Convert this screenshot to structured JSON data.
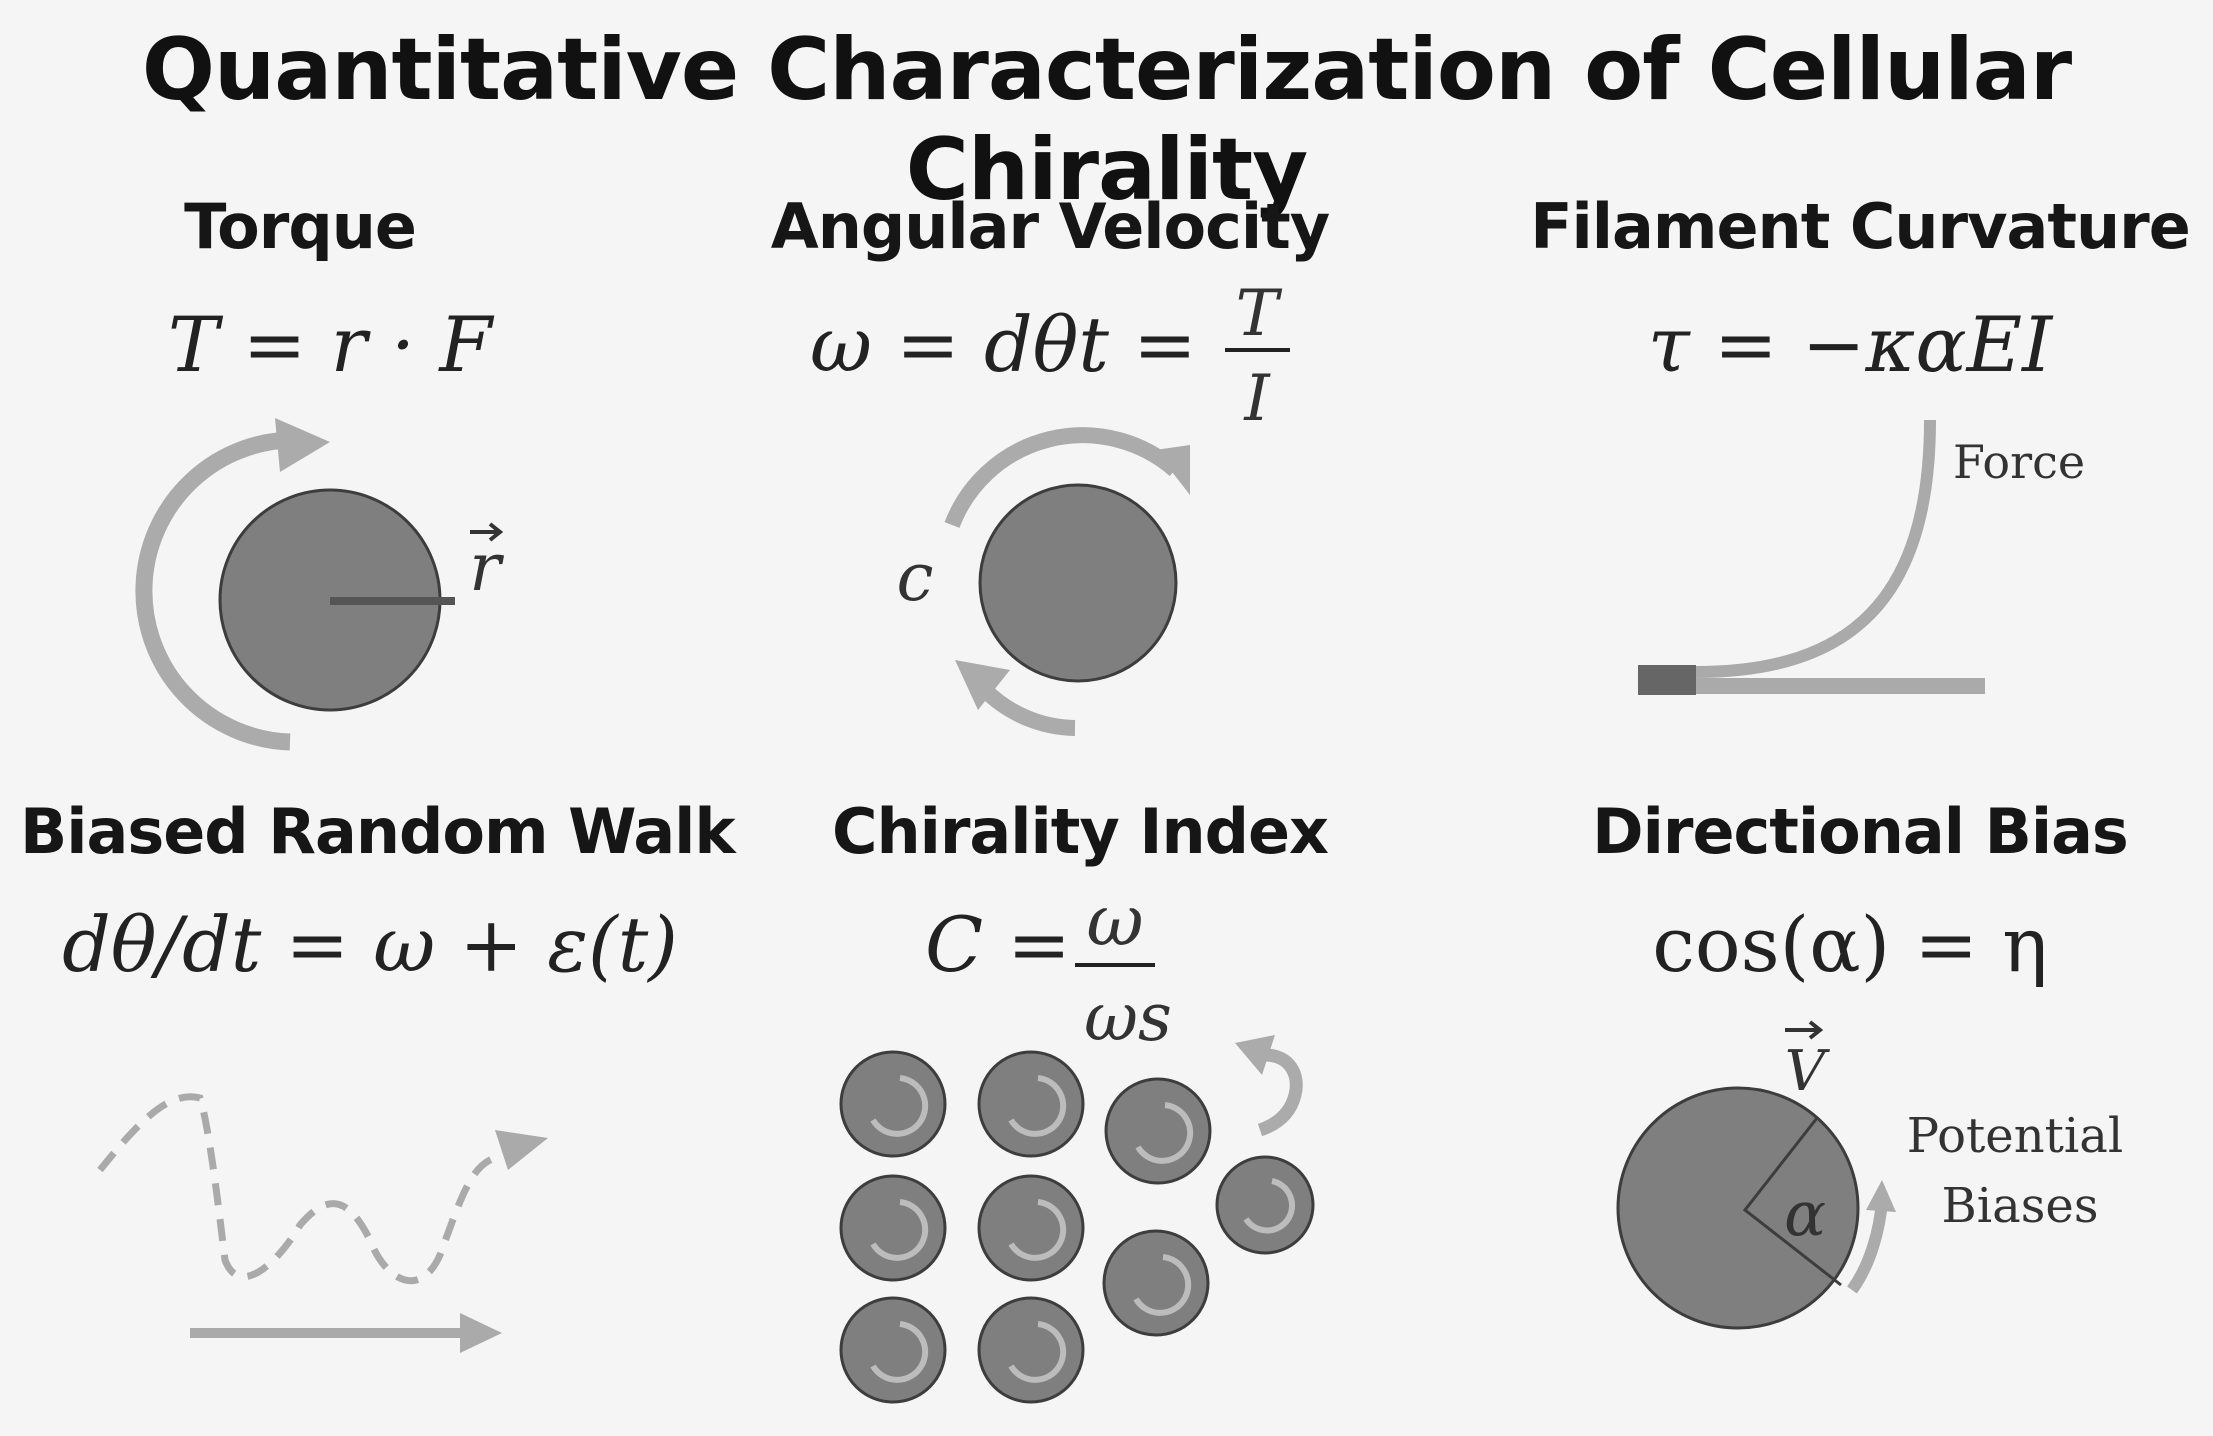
{
  "title": "Quantitative Characterization of Cellular Chirality",
  "panels": {
    "torque": {
      "heading": "Torque",
      "formula": "T = r · F",
      "vector_label": "r"
    },
    "angular_velocity": {
      "heading": "Angular Velocity",
      "formula_left": "ω = dθt = ",
      "frac_num": "T",
      "frac_den": "I",
      "arc_label": "c"
    },
    "filament": {
      "heading": "Filament Curvature",
      "formula": "τ = −καEI",
      "force_label": "Force"
    },
    "random_walk": {
      "heading": "Biased Random Walk",
      "formula": "dθ/dt = ω + ε(t)"
    },
    "chirality_index": {
      "heading": "Chirality Index",
      "formula_left": "C = ",
      "frac_num": "ω",
      "frac_den": "ωs"
    },
    "directional_bias": {
      "heading": "Directional Bias",
      "formula": "cos(α) = η",
      "vector_label": "V",
      "angle_label": "α",
      "bias_label_1": "Potential",
      "bias_label_2": "Biases"
    }
  },
  "colors": {
    "cell_fill": "#7f7f7f",
    "cell_stroke": "#3d3d3d",
    "arrow": "#ababab",
    "dark_line": "#555555",
    "background": "#f5f5f5"
  }
}
